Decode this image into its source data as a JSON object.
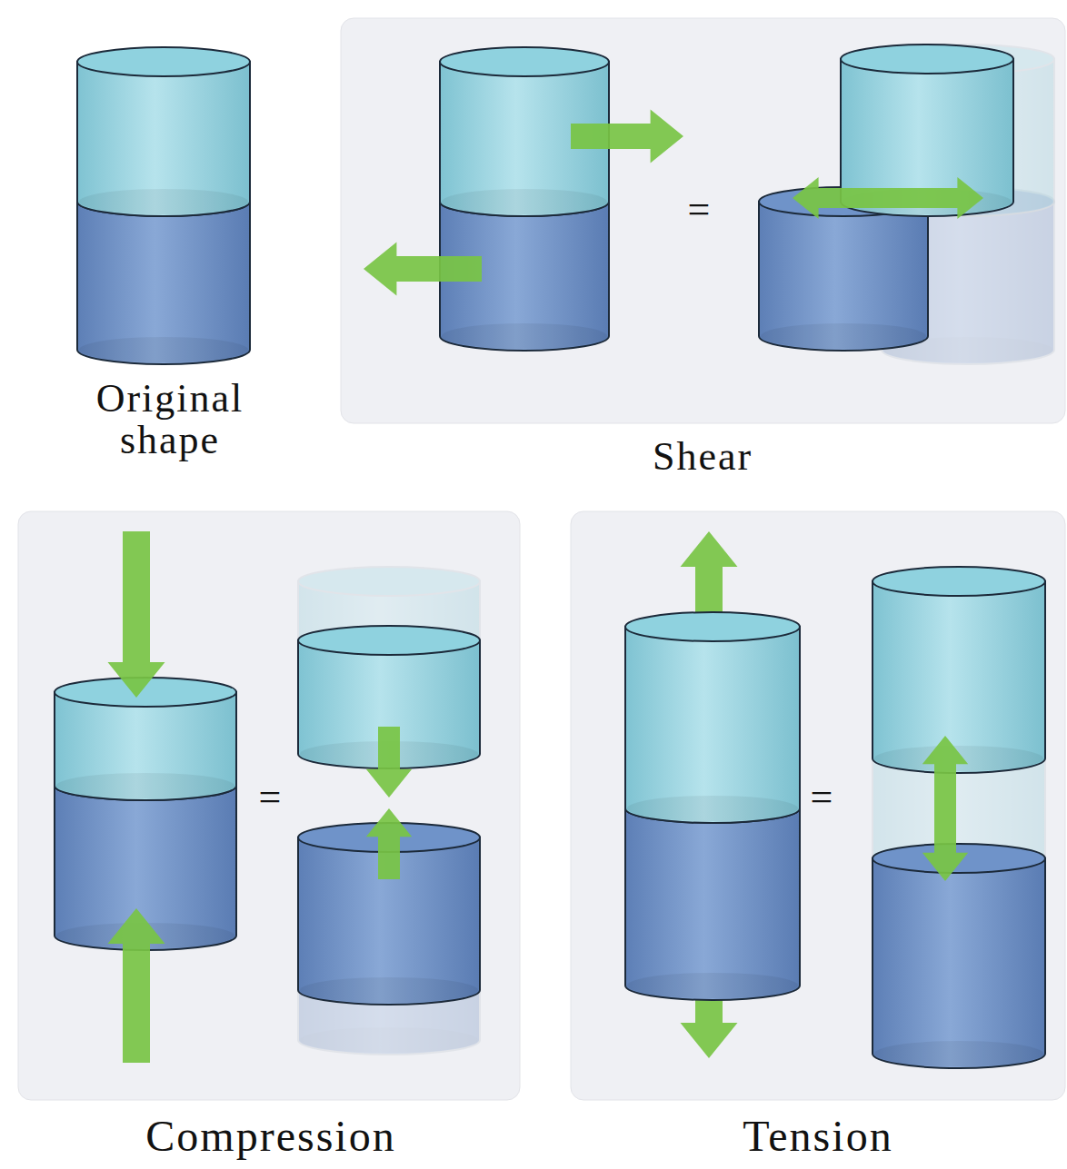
{
  "diagram": {
    "labels": [
      "Original shape",
      "=",
      "Shear",
      "=",
      "Compression",
      "=",
      "Tension"
    ]
  }
}
